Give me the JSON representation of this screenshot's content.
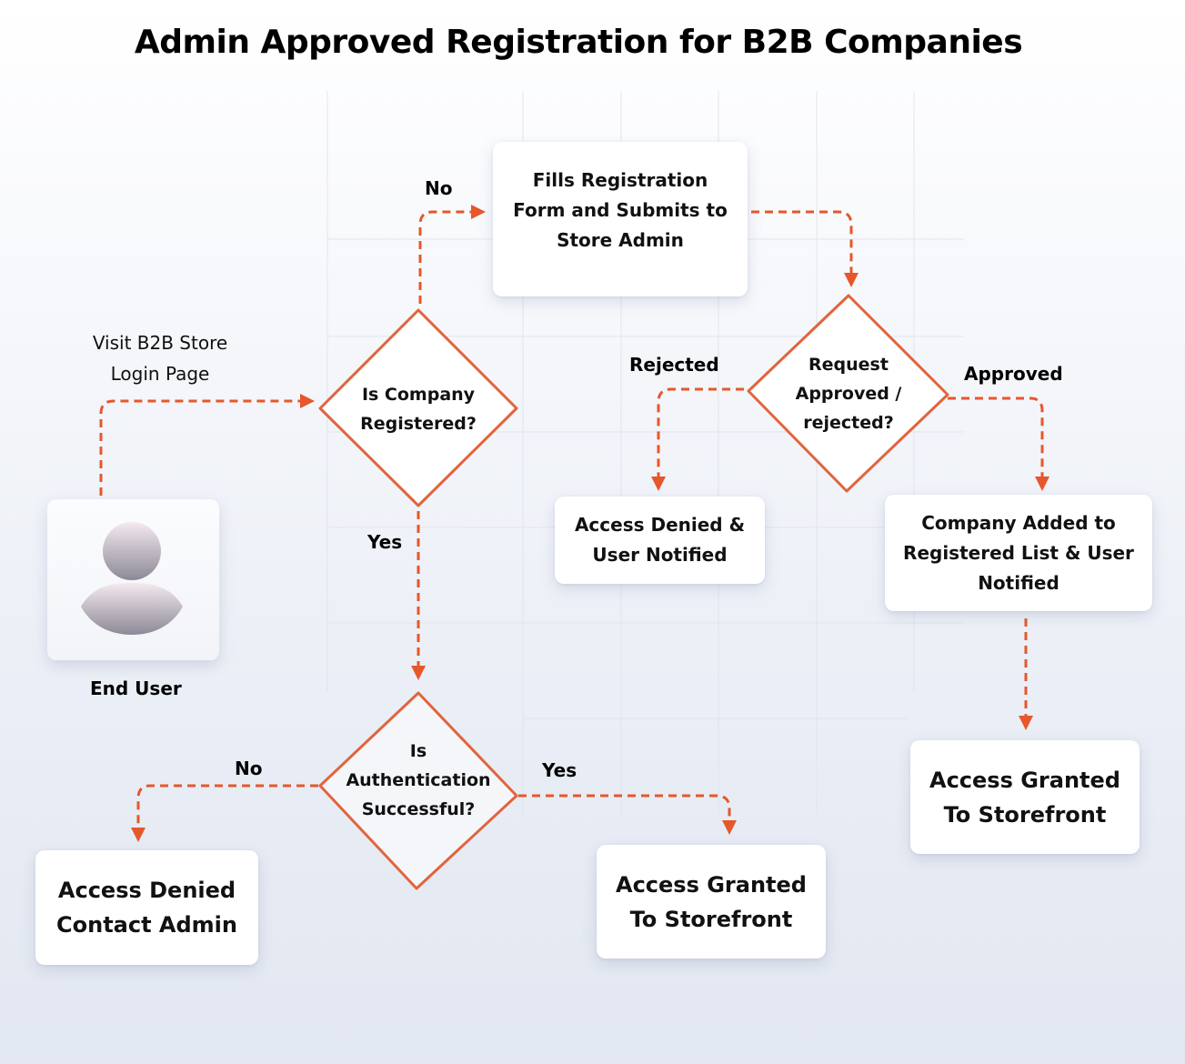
{
  "title": "Admin Approved Registration for B2B Companies",
  "colors": {
    "accent": "#E6572C",
    "diamond_stroke": "#E0653D",
    "box_bg": "#FFFFFF",
    "text": "#111111"
  },
  "nodes": {
    "end_user": {
      "label": "End User",
      "icon": "user-avatar-icon"
    },
    "visit_login": {
      "label": "Visit B2B Store\nLogin Page"
    },
    "is_registered": {
      "label": "Is Company\nRegistered?"
    },
    "fill_form": {
      "label": "Fills Registration\nForm and Submits to\nStore Admin"
    },
    "request_decision": {
      "label": "Request\nApproved /\nrejected?"
    },
    "access_denied_notified": {
      "label": "Access Denied &\nUser Notified"
    },
    "company_added": {
      "label": "Company Added to\nRegistered List & User\nNotified"
    },
    "access_granted_right": {
      "label": "Access Granted\nTo Storefront"
    },
    "is_authenticated": {
      "label": "Is\nAuthentication\nSuccessful?"
    },
    "access_denied_contact": {
      "label": "Access Denied\nContact Admin"
    },
    "access_granted_bottom": {
      "label": "Access Granted\nTo Storefront"
    }
  },
  "edge_labels": {
    "registered_no": "No",
    "registered_yes": "Yes",
    "rejected": "Rejected",
    "approved": "Approved",
    "auth_no": "No",
    "auth_yes": "Yes"
  }
}
